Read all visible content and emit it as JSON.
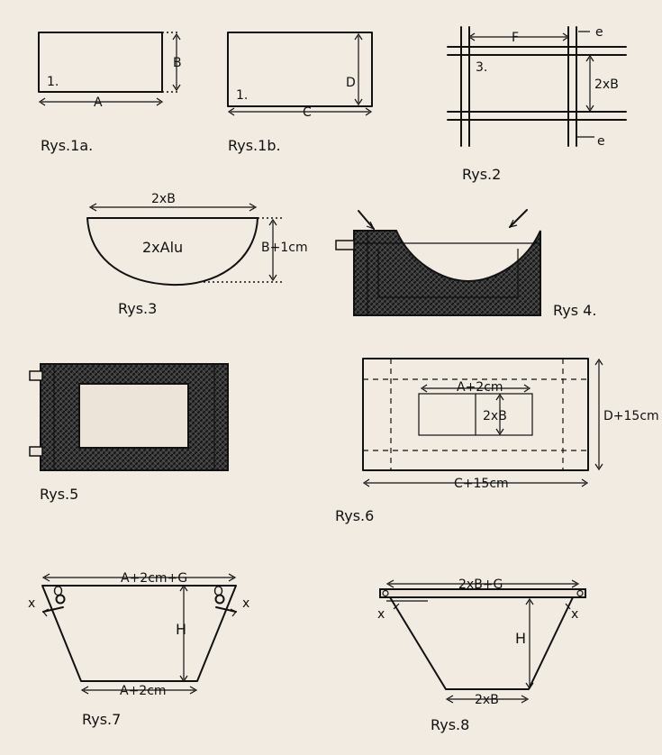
{
  "figures": {
    "fig1a": {
      "caption": "Rys.1a.",
      "num": "1.",
      "width_label": "A",
      "height_label": "B"
    },
    "fig1b": {
      "caption": "Rys.1b.",
      "num": "1.",
      "width_label": "C",
      "height_label": "D"
    },
    "fig2": {
      "caption": "Rys.2",
      "num": "3.",
      "top_label": "F",
      "right_label": "2xB",
      "e_top": "e",
      "e_bottom": "e"
    },
    "fig3": {
      "caption": "Rys.3",
      "top_label": "2xB",
      "area_label": "2xAlu",
      "right_label": "B+1cm"
    },
    "fig4": {
      "caption": "Rys 4."
    },
    "fig5": {
      "caption": "Rys.5"
    },
    "fig6": {
      "caption": "Rys.6",
      "inner_top": "A+2cm",
      "inner_side": "2xB",
      "right_label": "D+15cm",
      "bottom_label": "C+15cm"
    },
    "fig7": {
      "caption": "Rys.7",
      "top_label": "A+2cm+G",
      "height_label": "H",
      "bottom_label": "A+2cm",
      "x_left": "x",
      "x_right": "x",
      "o_left": "O",
      "o_right": "O"
    },
    "fig8": {
      "caption": "Rys.8",
      "top_label": "2xB+G",
      "height_label": "H",
      "bottom_label": "2xB",
      "x_left": "x",
      "x_right": "x"
    }
  }
}
